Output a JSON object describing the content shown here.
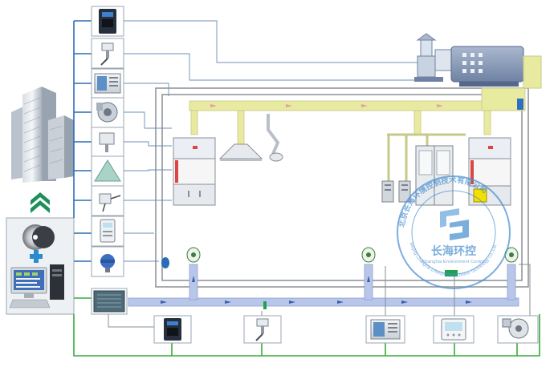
{
  "colors": {
    "control_line": "#2a6db5",
    "green_line": "#3aa83a",
    "gray_line": "#8a8f96",
    "duct_yellow": "#e8eaa0",
    "duct_blue": "#b8c6ea",
    "seal_blue": "#4a8fd0",
    "box_border": "#9aa6b3"
  },
  "seal": {
    "outer_ring_cn": "北京长海环境控制技术有限公司",
    "outer_ring_en": "Beijing Changhai Environment Control Technology Co.,Ltd.",
    "brand_cn": "长海环控",
    "brand_en": "Changhai Environment Control"
  },
  "icons": {
    "left_column": [
      "frequency-inverter",
      "pressure-transmitter",
      "control-cabinet",
      "centrifugal-fan",
      "damper-actuator",
      "exhaust-hood",
      "airflow-sensor",
      "control-panel",
      "gas-detector"
    ],
    "bottom_row": [
      "air-handling-unit",
      "frequency-inverter",
      "pressure-transmitter",
      "control-cabinet",
      "room-controller",
      "centrifugal-fan"
    ],
    "lab": [
      "fume-hood",
      "canopy-hood",
      "articulated-arm",
      "storage-cabinet",
      "wall-panel",
      "fume-hood",
      "roof-scrubber"
    ]
  }
}
